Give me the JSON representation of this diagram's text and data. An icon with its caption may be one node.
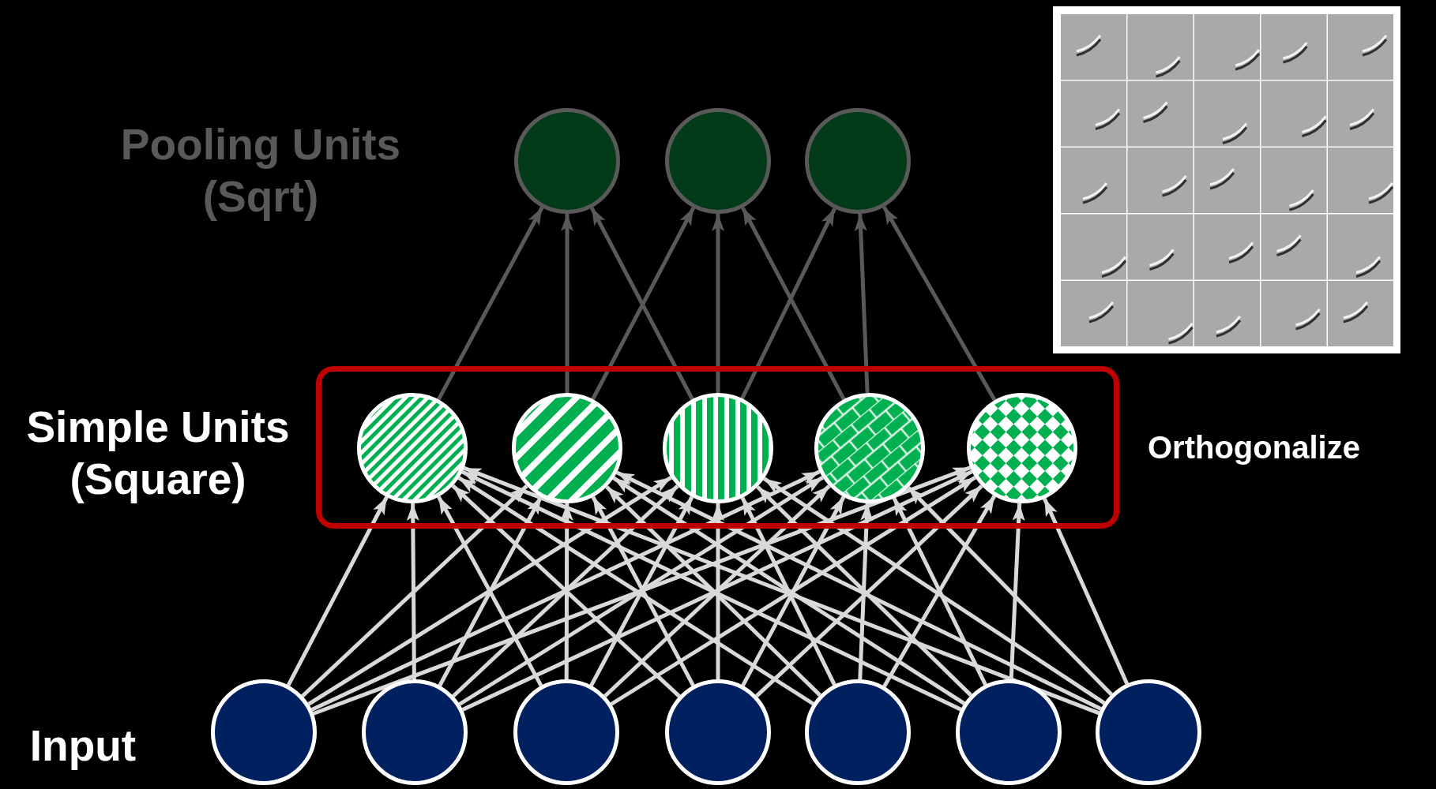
{
  "diagram": {
    "nodes": [
      {
        "text": [],
        "shape": "circle"
      },
      {
        "text": [],
        "shape": "circle"
      },
      {
        "text": [],
        "shape": "circle"
      },
      {
        "text": [],
        "shape": "box",
        "beside": [
          "Orthogonalize"
        ]
      },
      {
        "text": [],
        "shape": "circle",
        "in": 3
      },
      {
        "text": [],
        "shape": "circle",
        "in": 3
      },
      {
        "text": [],
        "shape": "circle",
        "in": 3
      },
      {
        "text": [],
        "shape": "circle",
        "in": 3
      },
      {
        "text": [],
        "shape": "circle",
        "in": 3
      },
      {
        "text": [],
        "shape": "circle"
      },
      {
        "text": [],
        "shape": "circle"
      },
      {
        "text": [],
        "shape": "circle"
      },
      {
        "text": [],
        "shape": "circle"
      },
      {
        "text": [],
        "shape": "circle"
      },
      {
        "text": [],
        "shape": "circle"
      },
      {
        "text": [],
        "shape": "circle"
      }
    ],
    "edges": [
      {
        "from": 9,
        "to": 4,
        "arrow": "to"
      },
      {
        "from": 9,
        "to": 5,
        "arrow": "to"
      },
      {
        "from": 9,
        "to": 6,
        "arrow": "to"
      },
      {
        "from": 9,
        "to": 7,
        "arrow": "to"
      },
      {
        "from": 9,
        "to": 8,
        "arrow": "to"
      },
      {
        "from": 10,
        "to": 4,
        "arrow": "to"
      },
      {
        "from": 10,
        "to": 5,
        "arrow": "to"
      },
      {
        "from": 10,
        "to": 6,
        "arrow": "to"
      },
      {
        "from": 10,
        "to": 7,
        "arrow": "to"
      },
      {
        "from": 10,
        "to": 8,
        "arrow": "to"
      },
      {
        "from": 11,
        "to": 4,
        "arrow": "to"
      },
      {
        "from": 11,
        "to": 5,
        "arrow": "to"
      },
      {
        "from": 11,
        "to": 6,
        "arrow": "to"
      },
      {
        "from": 11,
        "to": 7,
        "arrow": "to"
      },
      {
        "from": 11,
        "to": 8,
        "arrow": "to"
      },
      {
        "from": 12,
        "to": 4,
        "arrow": "to"
      },
      {
        "from": 12,
        "to": 5,
        "arrow": "to"
      },
      {
        "from": 12,
        "to": 6,
        "arrow": "to"
      },
      {
        "from": 12,
        "to": 7,
        "arrow": "to"
      },
      {
        "from": 12,
        "to": 8,
        "arrow": "to"
      },
      {
        "from": 13,
        "to": 4,
        "arrow": "to"
      },
      {
        "from": 13,
        "to": 5,
        "arrow": "to"
      },
      {
        "from": 13,
        "to": 6,
        "arrow": "to"
      },
      {
        "from": 13,
        "to": 7,
        "arrow": "to"
      },
      {
        "from": 13,
        "to": 8,
        "arrow": "to"
      },
      {
        "from": 14,
        "to": 4,
        "arrow": "to"
      },
      {
        "from": 14,
        "to": 5,
        "arrow": "to"
      },
      {
        "from": 14,
        "to": 6,
        "arrow": "to"
      },
      {
        "from": 14,
        "to": 7,
        "arrow": "to"
      },
      {
        "from": 14,
        "to": 8,
        "arrow": "to"
      },
      {
        "from": 15,
        "to": 4,
        "arrow": "to"
      },
      {
        "from": 15,
        "to": 5,
        "arrow": "to"
      },
      {
        "from": 15,
        "to": 6,
        "arrow": "to"
      },
      {
        "from": 15,
        "to": 7,
        "arrow": "to"
      },
      {
        "from": 15,
        "to": 8,
        "arrow": "to"
      },
      {
        "from": 4,
        "to": 0,
        "arrow": "to",
        "color": "#595959"
      },
      {
        "from": 5,
        "to": 0,
        "arrow": "to",
        "color": "#595959"
      },
      {
        "from": 6,
        "to": 0,
        "arrow": "to",
        "color": "#595959"
      },
      {
        "from": 5,
        "to": 1,
        "arrow": "to",
        "color": "#595959"
      },
      {
        "from": 6,
        "to": 1,
        "arrow": "to",
        "color": "#595959"
      },
      {
        "from": 7,
        "to": 1,
        "arrow": "to",
        "color": "#595959"
      },
      {
        "from": 6,
        "to": 2,
        "arrow": "to",
        "color": "#595959"
      },
      {
        "from": 7,
        "to": 2,
        "arrow": "to",
        "color": "#595959"
      },
      {
        "from": 8,
        "to": 2,
        "arrow": "to",
        "color": "#595959"
      }
    ],
    "labels": [
      "Pooling Units (Sqrt)",
      "Simple Units (Square)",
      "Input"
    ]
  }
}
